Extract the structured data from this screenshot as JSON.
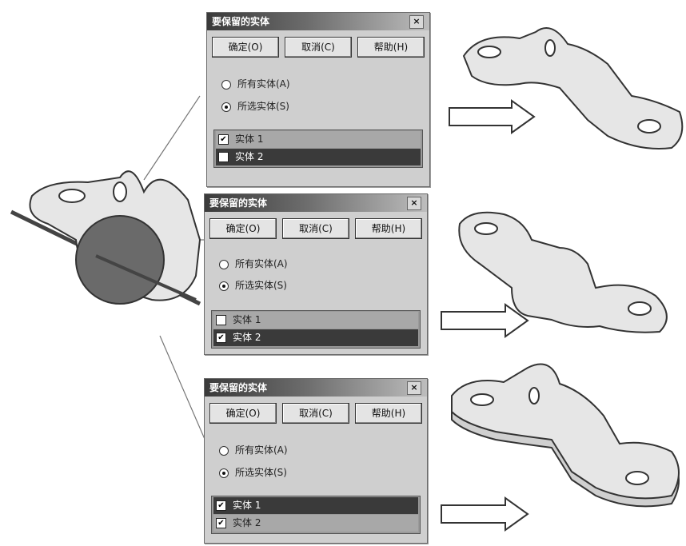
{
  "dialogs": [
    {
      "title": "要保留的实体",
      "close": "×",
      "buttons": [
        "确定(O)",
        "取消(C)",
        "帮助(H)"
      ],
      "options": [
        {
          "label": "所有实体(A)",
          "selected": false
        },
        {
          "label": "所选实体(S)",
          "selected": true
        }
      ],
      "bodies": [
        {
          "label": "实体 1",
          "checked": true,
          "highlight": false
        },
        {
          "label": "实体 2",
          "checked": false,
          "highlight": true
        }
      ]
    },
    {
      "title": "要保留的实体",
      "close": "×",
      "buttons": [
        "确定(O)",
        "取消(C)",
        "帮助(H)"
      ],
      "options": [
        {
          "label": "所有实体(A)",
          "selected": false
        },
        {
          "label": "所选实体(S)",
          "selected": true
        }
      ],
      "bodies": [
        {
          "label": "实体 1",
          "checked": false,
          "highlight": false
        },
        {
          "label": "实体 2",
          "checked": true,
          "highlight": true
        }
      ]
    },
    {
      "title": "要保留的实体",
      "close": "×",
      "buttons": [
        "确定(O)",
        "取消(C)",
        "帮助(H)"
      ],
      "options": [
        {
          "label": "所有实体(A)",
          "selected": false
        },
        {
          "label": "所选实体(S)",
          "selected": true
        }
      ],
      "bodies": [
        {
          "label": "实体 1",
          "checked": true,
          "highlight": true
        },
        {
          "label": "实体 2",
          "checked": true,
          "highlight": false
        }
      ]
    }
  ],
  "check_glyph": "✔",
  "colors": {
    "part": "#e6e6e6",
    "edge": "#333333",
    "cutter": "#6a6a6a"
  },
  "icons": [
    "arrow-right-icon",
    "close-icon",
    "checkbox-icon",
    "radio-icon"
  ]
}
